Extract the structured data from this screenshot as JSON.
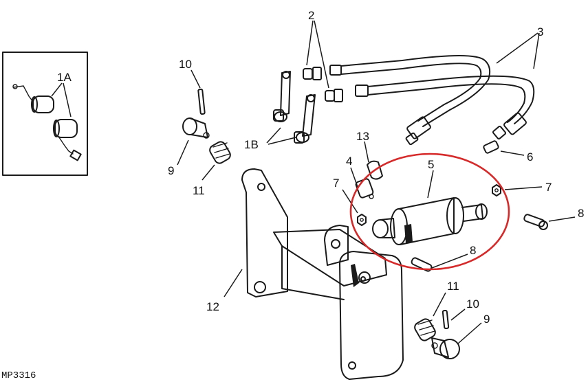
{
  "colors": {
    "ink": "#1a1a1a",
    "highlight": "#d62a2a",
    "background": "#ffffff"
  },
  "labels": {
    "l1a": "1A",
    "l1b": "1B",
    "l2": "2",
    "l3": "3",
    "l4": "4",
    "l5": "5",
    "l6": "6",
    "l7a": "7",
    "l7b": "7",
    "l8a": "8",
    "l8b": "8",
    "l9a": "9",
    "l9b": "9",
    "l10a": "10",
    "l10b": "10",
    "l11a": "11",
    "l11b": "11",
    "l12": "12",
    "l13": "13"
  },
  "figure_code": "MP3316"
}
